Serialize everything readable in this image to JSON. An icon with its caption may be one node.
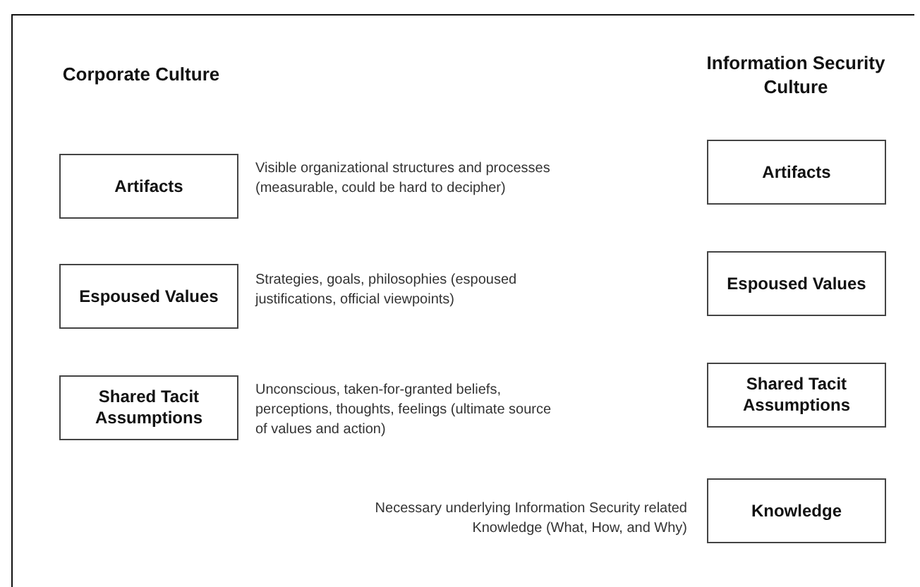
{
  "diagram": {
    "nodes": [
      {
        "text": [
          "Artifacts"
        ],
        "beside": [
          "Visible organizational structures and processes (measurable, could be hard to decipher)"
        ]
      },
      {
        "text": [
          "Artifacts"
        ]
      },
      {
        "text": [
          "Espoused Values"
        ],
        "beside": [
          "Strategies, goals, philosophies (espoused justifications, official viewpoints)"
        ]
      },
      {
        "text": [
          "Espoused Values"
        ]
      },
      {
        "text": [
          "Shared Tacit Assumptions"
        ],
        "beside": [
          "Unconscious, taken-for-granted beliefs, perceptions, thoughts, feelings (ultimate source of values and action)"
        ]
      },
      {
        "text": [
          "Shared Tacit Assumptions"
        ]
      },
      {
        "text": [
          "Knowledge"
        ],
        "beside": [
          "Necessary underlying Information Security related Knowledge (What, How, and Why)"
        ]
      }
    ],
    "edges": [],
    "labels": [
      "Corporate Culture",
      "Information Security Culture"
    ]
  }
}
